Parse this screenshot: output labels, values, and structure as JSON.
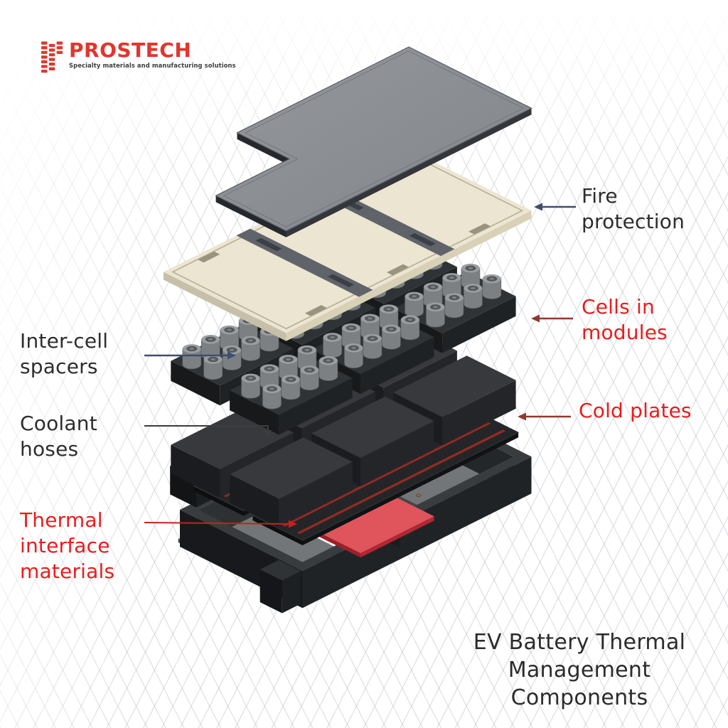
{
  "brand": {
    "name": "PROSTECH",
    "tagline": "Specialty materials and manufacturing solutions",
    "color": "#e2362d"
  },
  "callouts": [
    {
      "id": "fire-protection",
      "lines": [
        "Fire",
        "protection"
      ],
      "text_color": "#2d2d2d",
      "arrow_color": "#3f4e70"
    },
    {
      "id": "cells-in-modules",
      "lines": [
        "Cells in",
        "modules"
      ],
      "text_color": "#ea1c1c",
      "arrow_color": "#8e3a2e"
    },
    {
      "id": "inter-cell-spacers",
      "lines": [
        "Inter-cell",
        "spacers"
      ],
      "text_color": "#2d2d2d",
      "arrow_color": "#3f4e70"
    },
    {
      "id": "cold-plates",
      "lines": [
        "Cold plates"
      ],
      "text_color": "#ea1c1c",
      "arrow_color": "#8e3a2e"
    },
    {
      "id": "coolant-hoses",
      "lines": [
        "Coolant",
        "hoses"
      ],
      "text_color": "#2d2d2d",
      "arrow_color": "#3c3c3c"
    },
    {
      "id": "thermal-interface-materials",
      "lines": [
        "Thermal",
        "interface",
        "materials"
      ],
      "text_color": "#ea1c1c",
      "arrow_color": "#c4221e"
    }
  ],
  "caption": {
    "lines": [
      "EV Battery Thermal",
      "Management",
      "Components"
    ],
    "color": "#2b2b2b"
  },
  "diagram": {
    "palette": {
      "top_cover": "#8d9094",
      "fire_protection_layer": "#ebe5d1",
      "cell_body": "#7d8083",
      "module_box": "#303335",
      "spacer_block": "#37393c",
      "cold_plate": "#232527",
      "coolant_hose": "#b5342c",
      "tim_pad": "#e0545c",
      "tray": "#393c3f",
      "bottom_plate": "#737679",
      "rivet": "#8a6b4d",
      "grid_line": "#c6c9d0"
    }
  }
}
